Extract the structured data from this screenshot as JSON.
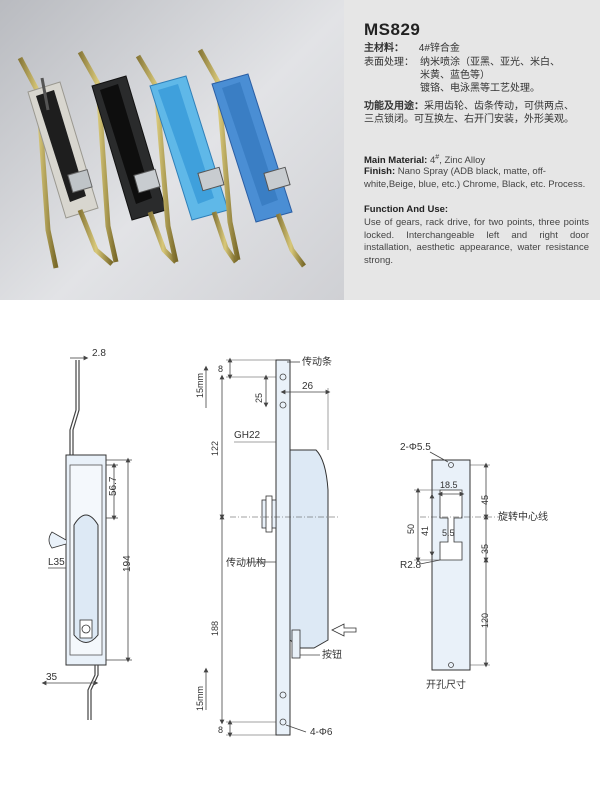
{
  "spec": {
    "model": "MS829",
    "cn_material_label": "主材料：",
    "cn_material_value": "4#锌合金",
    "cn_surface_label": "表面处理：",
    "cn_surface_line1": "纳米喷涂（亚黑、亚光、米白、",
    "cn_surface_line2": "米黄、蓝色等）",
    "cn_surface_line3": "镀铬、电泳黑等工艺处理。",
    "cn_function_label": "功能及用途：",
    "cn_function_line1": "采用齿轮、齿条传动，可供两点、",
    "cn_function_line2": "三点锁闭。可互换左、右开门安装，外形美观。",
    "en_material_label": "Main Material:",
    "en_material_value_prefix": "4",
    "en_material_value_suffix": ", Zinc Alloy",
    "en_finish_label": "Finish:",
    "en_finish_text": "Nano Spray (ADB black, matte, off-white,Beige, blue, etc.) Chrome, Black, etc. Process.",
    "en_function_label": "Function And Use:",
    "en_function_text": "Use of gears, rack drive, for two points, three points locked. Interchangeable left and right door installation, aesthetic appearance, water resistance strong."
  },
  "photo": {
    "handles": [
      {
        "name": "off-white",
        "color": "#e8e6df"
      },
      {
        "name": "black",
        "color": "#262728"
      },
      {
        "name": "light-blue",
        "color": "#5fb8e8"
      },
      {
        "name": "blue",
        "color": "#4a8ed4"
      }
    ]
  },
  "drawing": {
    "front": {
      "dim_top": "2.8",
      "dim_56": "56.7",
      "dim_194": "194",
      "dim_l35": "L35",
      "dim_35": "35"
    },
    "side": {
      "label_rack": "传动条",
      "label_mechanism": "传动机构",
      "label_button": "按钮",
      "dim_8_top": "8",
      "dim_15mm_top": "15mm",
      "dim_25": "25",
      "dim_26": "26",
      "dim_122": "122",
      "dim_gh22": "GH22",
      "dim_188": "188",
      "dim_15mm_bottom": "15mm",
      "dim_8_bottom": "8",
      "dim_holes": "4-Φ6"
    },
    "cutout": {
      "dim_holes": "2-Φ5.5",
      "dim_18_5": "18.5",
      "dim_45": "45",
      "label_center": "旋转中心线",
      "dim_50": "50",
      "dim_41": "41",
      "dim_5_5": "5.5",
      "dim_35": "35",
      "dim_r2_8": "R2.8",
      "dim_120": "120",
      "label_cutout": "开孔尺寸"
    }
  }
}
